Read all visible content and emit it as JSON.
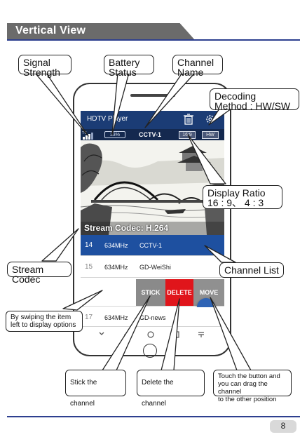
{
  "header": {
    "title": "Vertical View"
  },
  "app": {
    "title": "HDTV Player",
    "status": {
      "tv_label": "TV",
      "battery": "33%",
      "channel": "CCTV-1",
      "ratio": "16:9",
      "decode": "HW"
    },
    "stream_overlay": "Stream Codec: H.264"
  },
  "channel_list": {
    "rows": [
      {
        "number": "14",
        "freq": "634MHz",
        "name": "CCTV-1"
      },
      {
        "number": "15",
        "freq": "634MHz",
        "name": "GD-WeiShi"
      },
      {
        "number": "17",
        "freq": "634MHz",
        "name": "GD-news"
      }
    ],
    "swipe_actions": {
      "stick": "STICK",
      "delete": "DELETE",
      "move": "MOVE"
    }
  },
  "callouts": {
    "signal": [
      "Signal",
      "Strength"
    ],
    "battery": [
      "Battery",
      "Status"
    ],
    "channel": [
      "Channel",
      "Name"
    ],
    "decoding": [
      "Decoding",
      "Method : HW/SW"
    ],
    "ratio": [
      "Display Ratio",
      "16 : 9、 4 : 3"
    ],
    "codec": "Stream Codec",
    "list": "Channel List",
    "swipe": [
      "By swiping the item",
      "left to display options"
    ],
    "stick": "Stick the channel",
    "delete": "Delete the channel",
    "move": [
      "Touch the button and",
      "you can drag the channel",
      "to the other position"
    ]
  },
  "footer": {
    "page": "8"
  },
  "colors": {
    "banner": "#6b6b6b",
    "rule": "#2d3f8f",
    "appbar": "#1b3c75",
    "selected_row": "#1e50a0",
    "delete": "#e0151b"
  }
}
